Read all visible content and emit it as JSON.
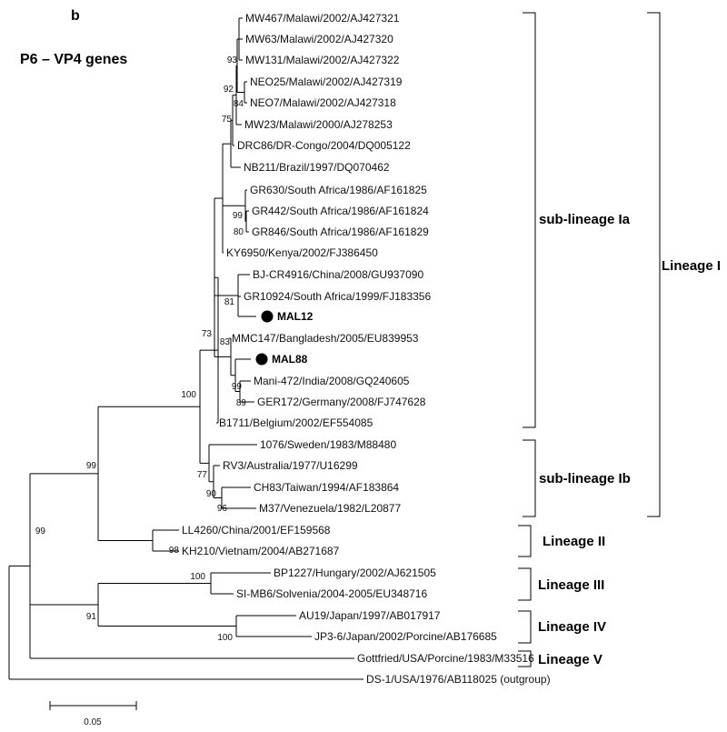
{
  "panel_label": "b",
  "title": "P6 – VP4 genes",
  "scale_bar_label": "0.05",
  "taxa": [
    {
      "id": "MW467",
      "label": "MW467/Malawi/2002/AJ427321"
    },
    {
      "id": "MW63",
      "label": "MW63/Malawi/2002/AJ427320"
    },
    {
      "id": "MW131",
      "label": "MW131/Malawi/2002/AJ427322"
    },
    {
      "id": "NEO25",
      "label": "NEO25/Malawi/2002/AJ427319"
    },
    {
      "id": "NEO7",
      "label": "NEO7/Malawi/2002/AJ427318"
    },
    {
      "id": "MW23",
      "label": "MW23/Malawi/2000/AJ278253"
    },
    {
      "id": "DRC86",
      "label": "DRC86/DR-Congo/2004/DQ005122"
    },
    {
      "id": "NB211",
      "label": "NB211/Brazil/1997/DQ070462"
    },
    {
      "id": "GR630",
      "label": "GR630/South Africa/1986/AF161825"
    },
    {
      "id": "GR442",
      "label": "GR442/South Africa/1986/AF161824"
    },
    {
      "id": "GR846",
      "label": "GR846/South Africa/1986/AF161829"
    },
    {
      "id": "KY6950",
      "label": "KY6950/Kenya/2002/FJ386450"
    },
    {
      "id": "BJCR4916",
      "label": "BJ-CR4916/China/2008/GU937090"
    },
    {
      "id": "GR10924",
      "label": "GR10924/South Africa/1999/FJ183356"
    },
    {
      "id": "MAL12",
      "label": "MAL12",
      "highlight": true
    },
    {
      "id": "MMC147",
      "label": "MMC147/Bangladesh/2005/EU839953"
    },
    {
      "id": "MAL88",
      "label": "MAL88",
      "highlight": true
    },
    {
      "id": "Mani472",
      "label": "Mani-472/India/2008/GQ240605"
    },
    {
      "id": "GER172",
      "label": "GER172/Germany/2008/FJ747628"
    },
    {
      "id": "B1711",
      "label": "B1711/Belgium/2002/EF554085"
    },
    {
      "id": "S1076",
      "label": "1076/Sweden/1983/M88480"
    },
    {
      "id": "RV3",
      "label": "RV3/Australia/1977/U16299"
    },
    {
      "id": "CH83",
      "label": "CH83/Taiwan/1994/AF183864"
    },
    {
      "id": "M37",
      "label": "M37/Venezuela/1982/L20877"
    },
    {
      "id": "LL4260",
      "label": "LL4260/China/2001/EF159568"
    },
    {
      "id": "KH210",
      "label": "KH210/Vietnam/2004/AB271687"
    },
    {
      "id": "BP1227",
      "label": "BP1227/Hungary/2002/AJ621505"
    },
    {
      "id": "SIMB6",
      "label": "SI-MB6/Solvenia/2004-2005/EU348716"
    },
    {
      "id": "AU19",
      "label": "AU19/Japan/1997/AB017917"
    },
    {
      "id": "JP36",
      "label": "JP3-6/Japan/2002/Porcine/AB176685"
    },
    {
      "id": "Gottfried",
      "label": "Gottfried/USA/Porcine/1983/M33516"
    },
    {
      "id": "DS1",
      "label": "DS-1/USA/1976/AB118025 (outgroup)"
    }
  ],
  "bootstrap_values": [
    {
      "node": "mw131_node",
      "value": "93"
    },
    {
      "node": "malawi_node",
      "value": "92"
    },
    {
      "node": "neo_node",
      "value": "84"
    },
    {
      "node": "mw23_node",
      "value": "75"
    },
    {
      "node": "gr_node",
      "value": "99"
    },
    {
      "node": "gr846_node",
      "value": "80"
    },
    {
      "node": "gr10924_node",
      "value": "81"
    },
    {
      "node": "mmc_node",
      "value": "83"
    },
    {
      "node": "lineage_i_node",
      "value": "73"
    },
    {
      "node": "mani_node",
      "value": "99"
    },
    {
      "node": "ger_node",
      "value": "89"
    },
    {
      "node": "lineage_i_ii_node",
      "value": "100"
    },
    {
      "node": "ib_node",
      "value": "77"
    },
    {
      "node": "rv3_node",
      "value": "90"
    },
    {
      "node": "ch83_node",
      "value": "96"
    },
    {
      "node": "lineage_i_ii_iii_node",
      "value": "99"
    },
    {
      "node": "lineage_ii_node",
      "value": "98"
    },
    {
      "node": "root_node",
      "value": "99"
    },
    {
      "node": "lineage_iii_node",
      "value": "100"
    },
    {
      "node": "lineage_iii_iv_node",
      "value": "91"
    },
    {
      "node": "lineage_iv_node",
      "value": "100"
    }
  ],
  "groups": [
    {
      "id": "sub_lineage_ia",
      "label": "sub-lineage Ia"
    },
    {
      "id": "sub_lineage_ib",
      "label": "sub-lineage Ib"
    },
    {
      "id": "lineage_i",
      "label": "Lineage I"
    },
    {
      "id": "lineage_ii",
      "label": "Lineage II"
    },
    {
      "id": "lineage_iii",
      "label": "Lineage III"
    },
    {
      "id": "lineage_iv",
      "label": "Lineage IV"
    },
    {
      "id": "lineage_v",
      "label": "Lineage V"
    }
  ],
  "marker_color": "#000000"
}
